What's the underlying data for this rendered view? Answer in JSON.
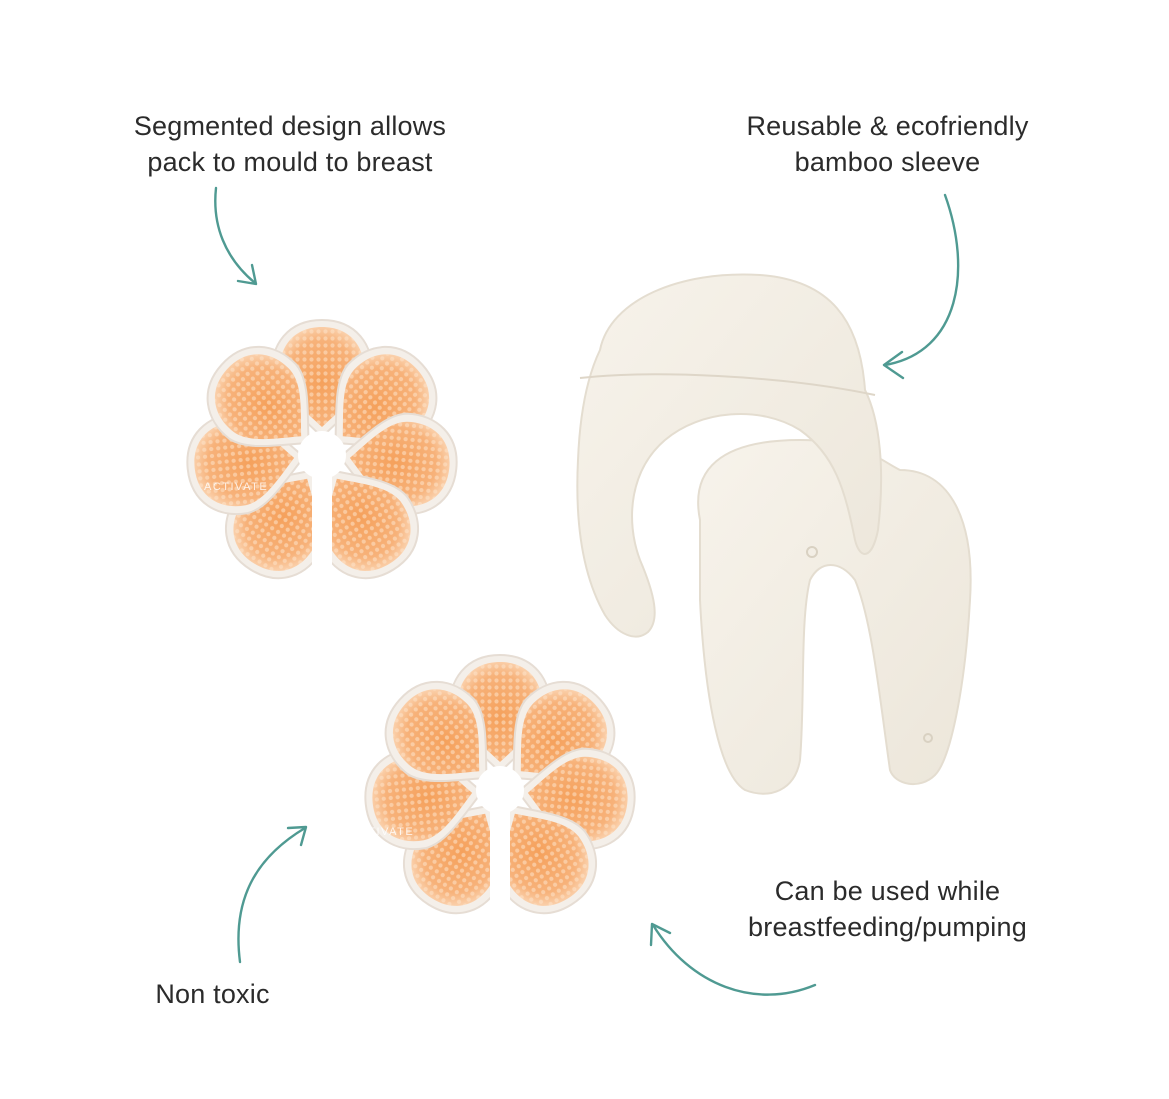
{
  "callouts": {
    "segmented": {
      "line1": "Segmented design allows",
      "line2": "pack to mould to breast"
    },
    "reusable": {
      "line1": "Reusable & ecofriendly",
      "line2": "bamboo sleeve"
    },
    "pumping": {
      "line1": "Can be used while",
      "line2": "breastfeeding/pumping"
    },
    "nontoxic": {
      "line1": "Non toxic"
    }
  },
  "pads": {
    "brand_text": "ACTIVATE"
  },
  "colors": {
    "background": "#ffffff",
    "text": "#2b2b2b",
    "arrow": "#4f9a92",
    "gel": "#f6a664",
    "gel_light": "#fbd2ad",
    "sleeve": "#f5f1e8"
  },
  "icons": [
    "curved-arrow-icon"
  ]
}
